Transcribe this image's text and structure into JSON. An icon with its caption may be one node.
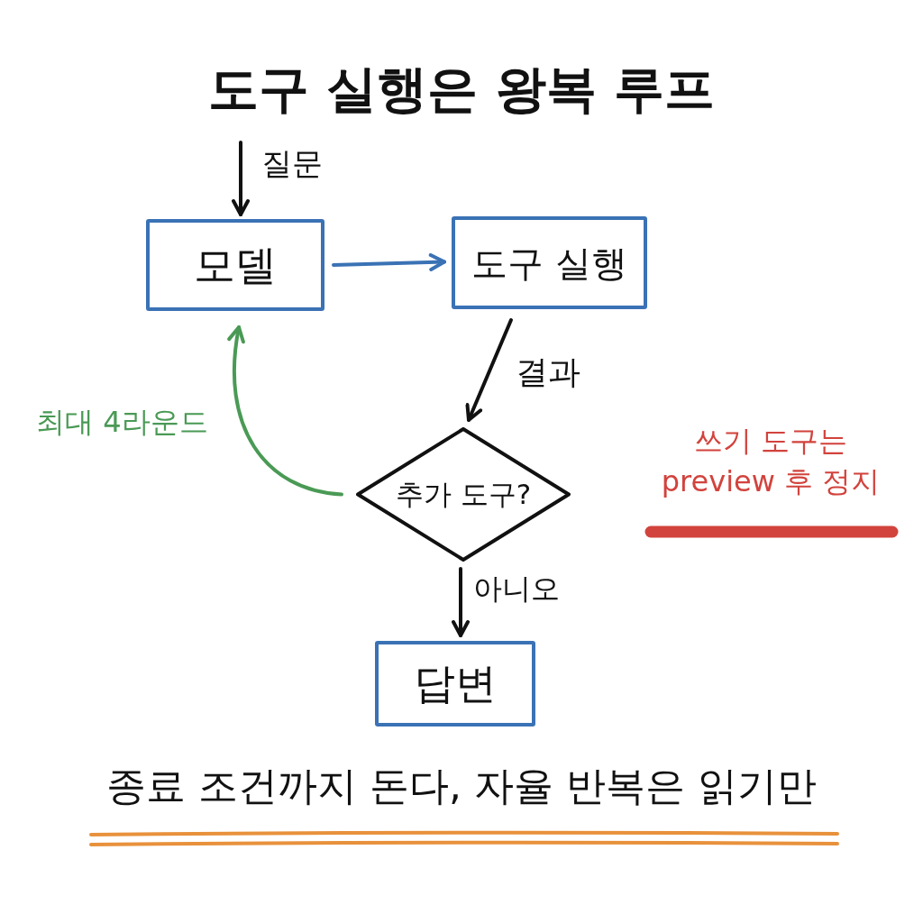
{
  "diagram": {
    "title": "도구 실행은 왕복 루프",
    "caption": "종료 조건까지 돈다, 자율 반복은 읽기만",
    "nodes": [
      {
        "text": [
          "모델"
        ]
      },
      {
        "text": [
          "도구 실행"
        ]
      },
      {
        "text": [
          "추가 도구?"
        ]
      },
      {
        "text": [
          "답변"
        ]
      }
    ],
    "edges": [
      {
        "from": null,
        "to": 0,
        "arrow": "to",
        "label": "질문"
      },
      {
        "from": 0,
        "to": 1,
        "arrow": "to",
        "color": "#3a72b5"
      },
      {
        "from": 1,
        "to": 2,
        "arrow": "to",
        "label": "결과"
      },
      {
        "from": 2,
        "to": 0,
        "arrow": "to",
        "label": "최대 4라운드",
        "color": "#4a9a55"
      },
      {
        "from": 2,
        "to": 3,
        "arrow": "to",
        "label": "아니오"
      }
    ],
    "labels": [
      "쓰기 도구는 preview 후 정지"
    ]
  }
}
